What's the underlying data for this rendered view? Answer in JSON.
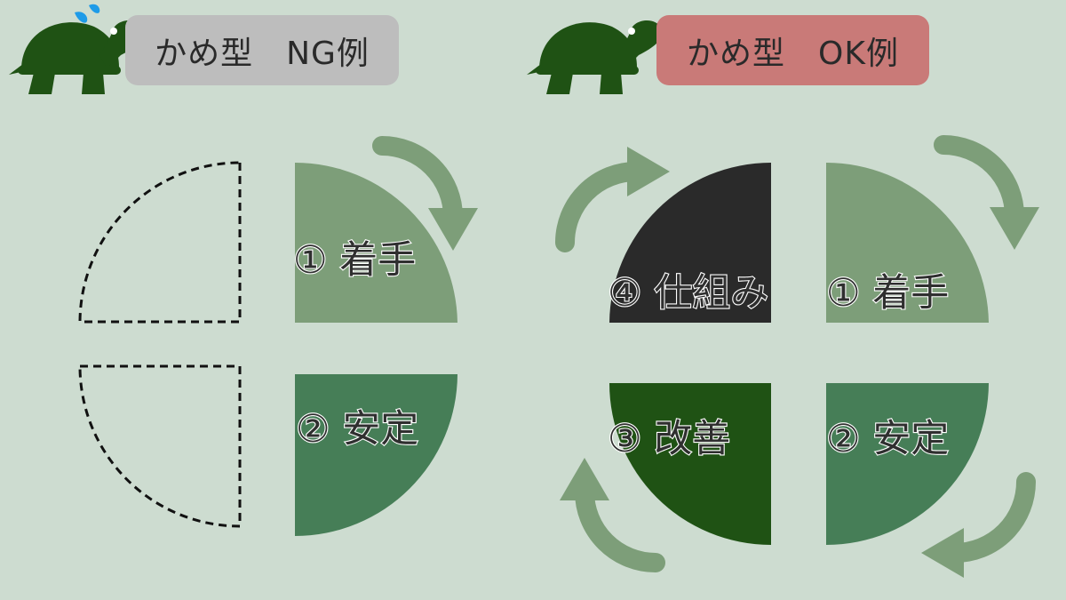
{
  "colors": {
    "background": "#cddcd0",
    "turtle": "#1f5214",
    "sweat": "#1e9be8",
    "badge_ng": "#bdbdbd",
    "badge_ok": "#c97a78",
    "arrow": "#7d9e79",
    "q_start": "#7d9e79",
    "q_stable": "#467e57",
    "q_improve": "#1f5214",
    "q_system": "#2a2a2a",
    "dashed": "#111111"
  },
  "icons": {
    "ng_mascot": "sweating-turtle-icon",
    "ok_mascot": "turtle-icon",
    "cycle": "curved-arrow-icon"
  },
  "ng": {
    "title": "かめ型　NG例",
    "steps": [
      {
        "label": "① 着手"
      },
      {
        "label": "② 安定"
      }
    ]
  },
  "ok": {
    "title": "かめ型　OK例",
    "steps": [
      {
        "label": "① 着手"
      },
      {
        "label": "② 安定"
      },
      {
        "label": "③ 改善"
      },
      {
        "label": "④ 仕組み"
      }
    ]
  }
}
